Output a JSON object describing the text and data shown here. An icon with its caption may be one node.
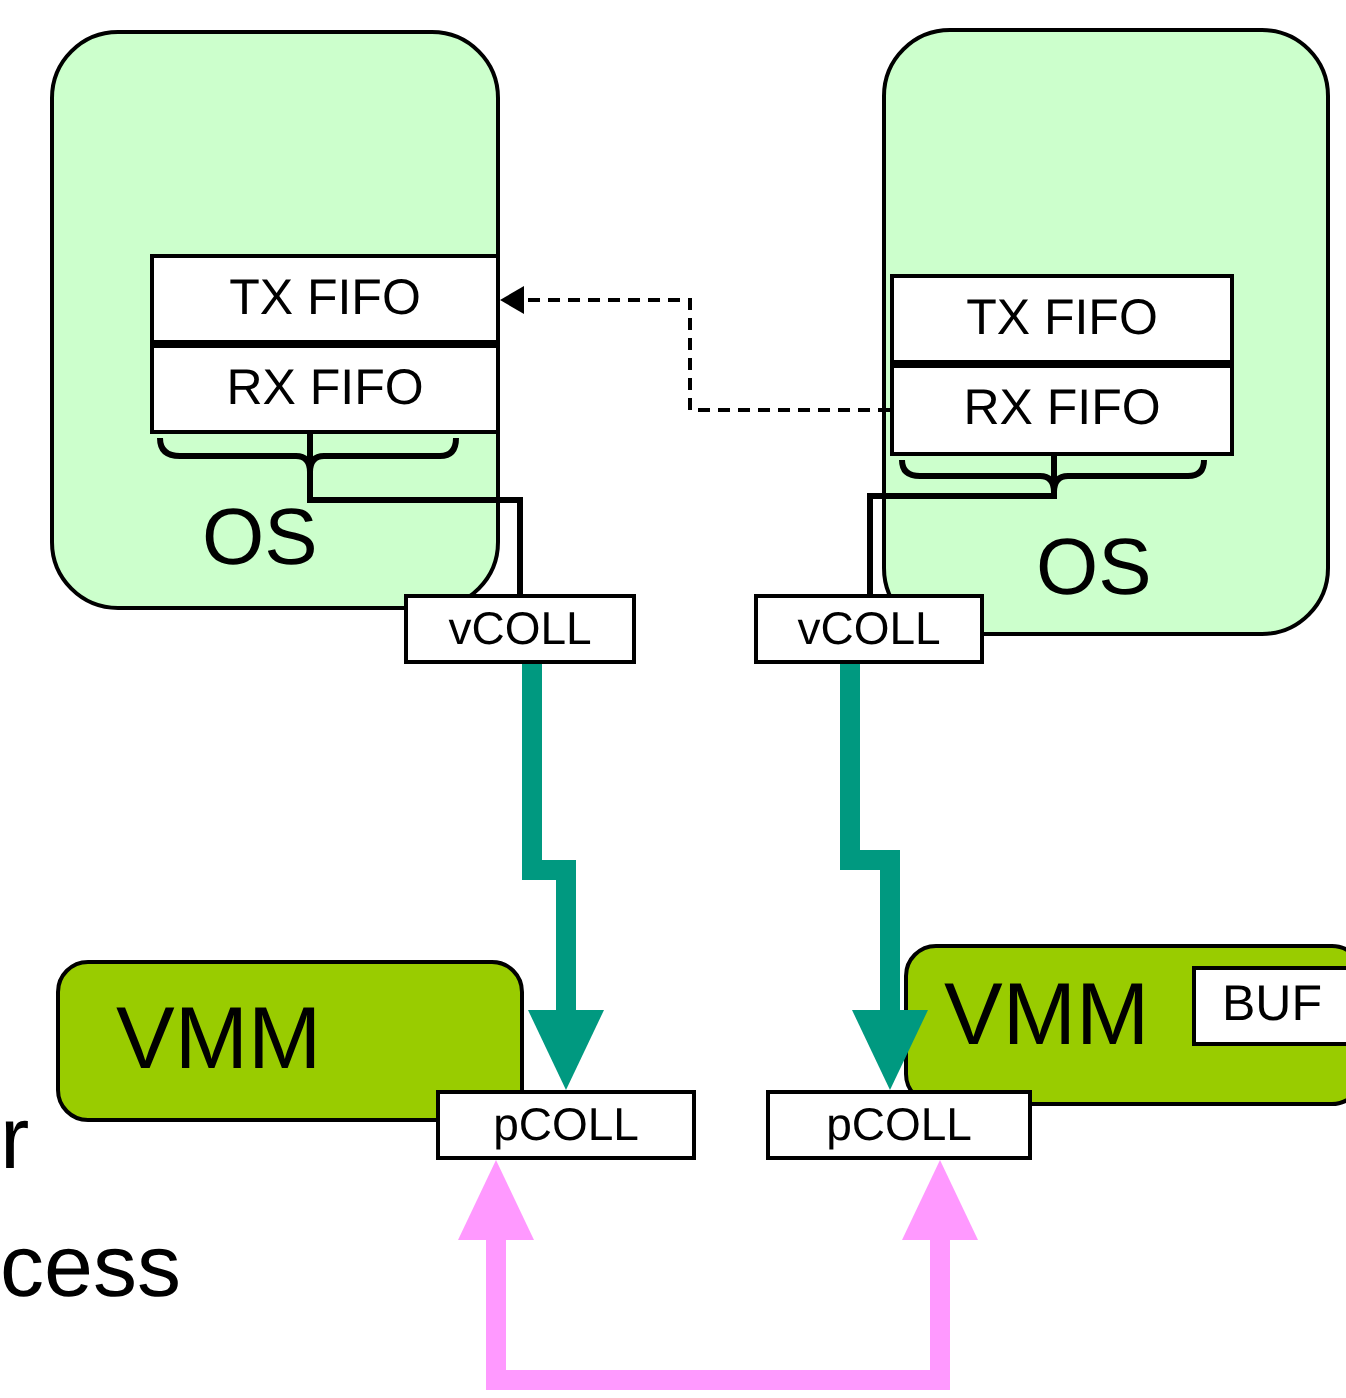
{
  "diagram": {
    "nodes": [
      {
        "text": [
          "OS"
        ]
      },
      {
        "text": [
          "TX FIFO"
        ],
        "in": 0
      },
      {
        "text": [
          "RX FIFO"
        ],
        "in": 0
      },
      {
        "text": [
          "vCOLL"
        ]
      },
      {
        "text": [
          "OS"
        ]
      },
      {
        "text": [
          "TX FIFO"
        ],
        "in": 4
      },
      {
        "text": [
          "RX FIFO"
        ],
        "in": 4
      },
      {
        "text": [
          "vCOLL"
        ]
      },
      {
        "text": [
          "VMM"
        ]
      },
      {
        "text": [
          "pCOLL"
        ]
      },
      {
        "text": [
          "VMM"
        ]
      },
      {
        "text": [
          "BUF"
        ],
        "in": 10
      },
      {
        "text": [
          "pCOLL"
        ]
      }
    ],
    "edges": [
      {
        "from": 6,
        "to": 1,
        "arrow": "to",
        "style": "dashed"
      },
      {
        "from": 2,
        "to": 3,
        "arrow": "none"
      },
      {
        "from": 6,
        "to": 7,
        "arrow": "none"
      },
      {
        "from": 3,
        "to": 9,
        "arrow": "to",
        "style": "thick",
        "color": "#009980"
      },
      {
        "from": 7,
        "to": 12,
        "arrow": "to",
        "style": "thick",
        "color": "#009980"
      },
      {
        "from": 9,
        "to": 12,
        "arrow": "both",
        "style": "thick",
        "color": "#ff99ff"
      }
    ],
    "labels": [
      "r",
      "cess"
    ]
  }
}
